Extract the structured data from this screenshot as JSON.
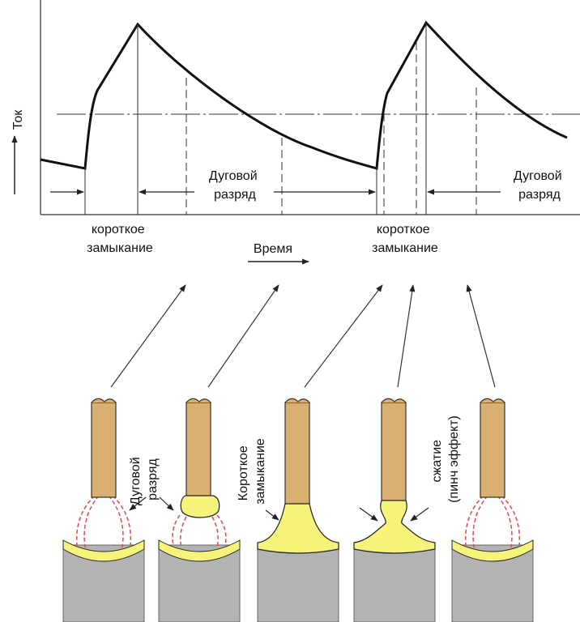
{
  "axes": {
    "y_label": "Ток",
    "x_label": "Время"
  },
  "annotations": {
    "arc_1": [
      "Дуговой",
      "разряд"
    ],
    "arc_2": [
      "Дуговой",
      "разряд"
    ],
    "short_1": [
      "короткое",
      "замыкание"
    ],
    "short_2": [
      "короткое",
      "замыкание"
    ]
  },
  "stage_labels": {
    "arc": [
      "Дуговой",
      "разряд"
    ],
    "short": [
      "Короткое",
      "замыкание"
    ],
    "pinch": [
      "сжатие",
      "(пинч эффект)"
    ]
  },
  "colors": {
    "curve": "#111111",
    "electrode": "#d9b071",
    "molten_metal": "#f6f37a",
    "workpiece": "#b3b3b3",
    "arc_lines": "#e8474a",
    "outline": "#222222"
  }
}
